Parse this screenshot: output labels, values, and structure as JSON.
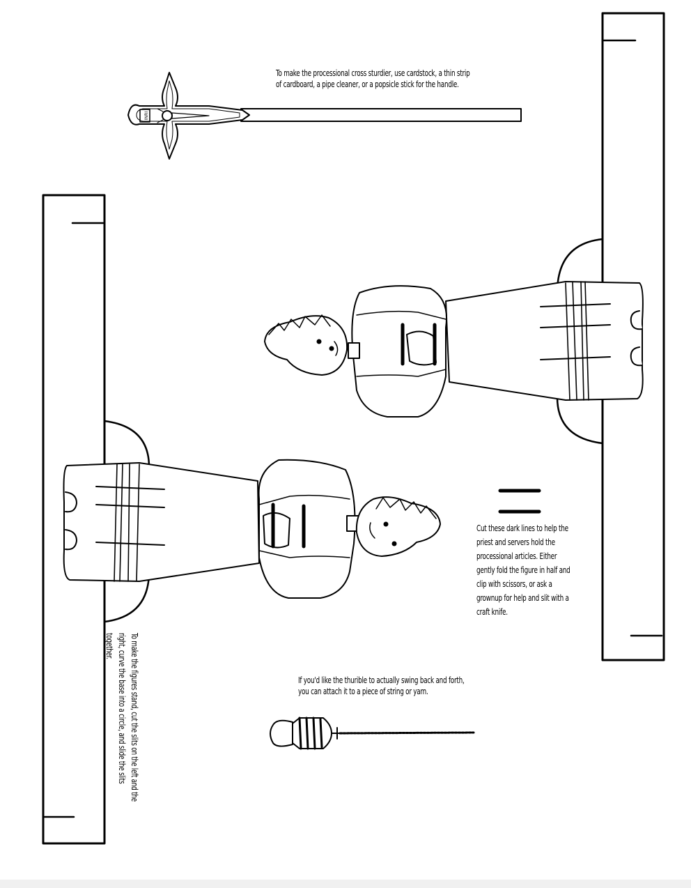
{
  "notes": {
    "cross": "To make the processional cross sturdier, use cardstock, a thin strip of cardboard, a pipe cleaner, or a popsicle stick for the handle.",
    "slits": "Cut these dark lines to help the priest and servers hold the processional articles. Either gently fold the figure in half and clip with scissors, or ask a grownup for help and slit with a craft knife.",
    "thurible": "If you'd like the thurible to actually swing back and forth, you can attach it to a piece of string or yarn.",
    "stand": "To make the figures stand, cut the slits on the left and the right, curve the base into a circle, and slide the slits together."
  },
  "cross_inscription": "INRI",
  "colors": {
    "ink": "#000000",
    "paper": "#ffffff",
    "margin": "#f0f0f0"
  }
}
